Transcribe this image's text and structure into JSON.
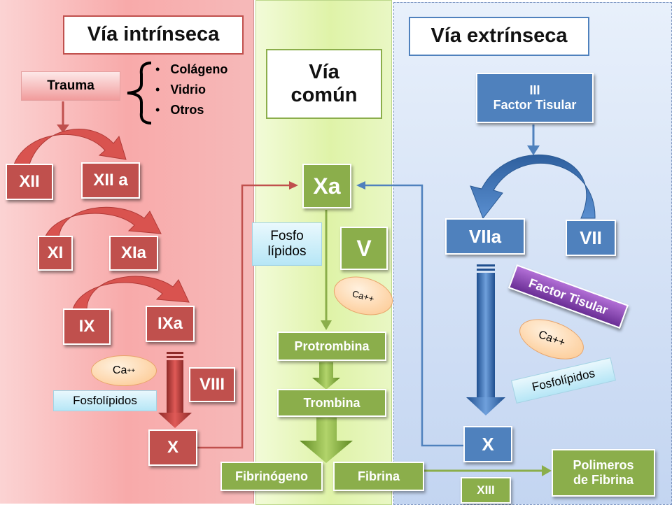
{
  "intrinsic": {
    "title": "Vía intrínseca",
    "trauma": "Trauma",
    "triggers": [
      "Colágeno",
      "Vidrio",
      "Otros"
    ],
    "xii": "XII",
    "xiia": "XII a",
    "xi": "XI",
    "xia": "XIa",
    "ix": "IX",
    "ixa": "IXa",
    "viii": "VIII",
    "ca": "Ca",
    "ca_sub": "++",
    "fosfolipidos": "Fosfolípidos",
    "x": "X"
  },
  "common": {
    "title_line1": "Vía",
    "title_line2": "común",
    "xa": "Xa",
    "fosfo_line1": "Fosfo",
    "fosfo_line2": "lípidos",
    "v": "V",
    "ca": "Ca++",
    "protrombina": "Protrombina",
    "trombina": "Trombina",
    "fibrinogeno": "Fibrinógeno",
    "fibrina": "Fibrina"
  },
  "extrinsic": {
    "title": "Vía extrínseca",
    "iii_line1": "III",
    "iii_line2": "Factor Tisular",
    "viia": "VIIa",
    "vii": "VII",
    "factor_tisular": "Factor Tisular",
    "ca": "Ca++",
    "fosfolipidos": "Fosfolípidos",
    "x": "X",
    "polimeros_line1": "Polimeros",
    "polimeros_line2": "de Fibrina",
    "xiii": "XIII"
  },
  "colors": {
    "red_box": "#c0504d",
    "green_box": "#8bae4b",
    "blue_box": "#4f81bd",
    "intrinsic_bg": "#f8aaaa",
    "common_bg": "#dff3a8",
    "extrinsic_bg": "#c3d5f1"
  }
}
